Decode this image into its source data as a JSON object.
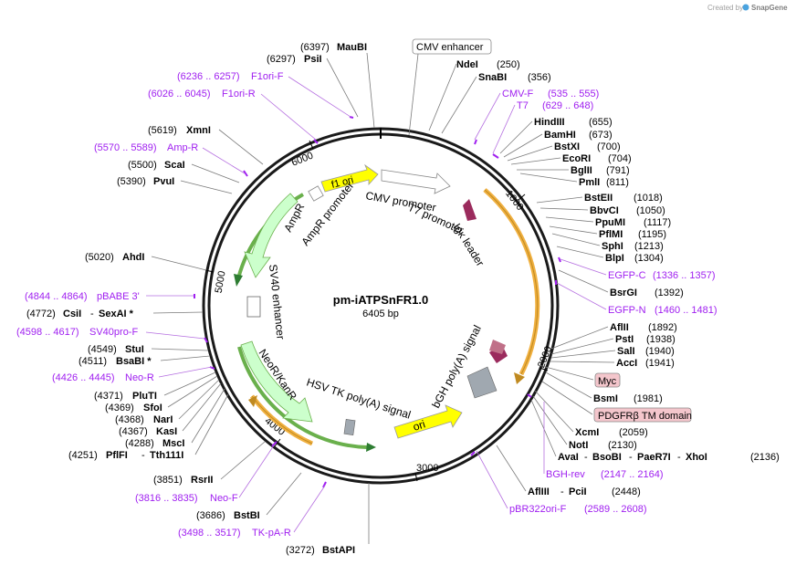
{
  "title": "pm-iATPSnFR1.0",
  "subtitle": "6405 bp",
  "created_by": "Created by",
  "brand": "SnapGene",
  "ticks": [
    "1000",
    "2000",
    "3000",
    "4000",
    "5000",
    "6000"
  ],
  "boxed_features": {
    "cmv_enhancer": "CMV enhancer",
    "myc": "Myc",
    "pdgfr": "PDGFRβ TM domain"
  },
  "features": {
    "f1_ori": "f1 ori",
    "cmv_promoter": "CMV promoter",
    "t7_promoter": "T7 promoter",
    "igk_leader": "Igκ leader",
    "ampr": "AmpR",
    "ampr_promoter": "AmpR promoter",
    "sv40_enhancer": "SV40 enhancer",
    "neor_kanr": "NeoR/KanR",
    "hsv_tk": "HSV TK poly(A) signal",
    "bgh": "bGH poly(A) signal",
    "ori": "ori"
  },
  "right_sites": [
    {
      "name": "NdeI",
      "pos": "(250)"
    },
    {
      "name": "SnaBI",
      "pos": "(356)"
    },
    {
      "name": "HindIII",
      "pos": "(655)"
    },
    {
      "name": "BamHI",
      "pos": "(673)"
    },
    {
      "name": "BstXI",
      "pos": "(700)"
    },
    {
      "name": "EcoRI",
      "pos": "(704)"
    },
    {
      "name": "BglII",
      "pos": "(791)"
    },
    {
      "name": "PmlI",
      "pos": "(811)"
    },
    {
      "name": "BstEII",
      "pos": "(1018)"
    },
    {
      "name": "BbvCI",
      "pos": "(1050)"
    },
    {
      "name": "PpuMI",
      "pos": "(1117)"
    },
    {
      "name": "PflMI",
      "pos": "(1195)"
    },
    {
      "name": "SphI",
      "pos": "(1213)"
    },
    {
      "name": "BlpI",
      "pos": "(1304)"
    },
    {
      "name": "BsrGI",
      "pos": "(1392)"
    },
    {
      "name": "AflII",
      "pos": "(1892)"
    },
    {
      "name": "PstI",
      "pos": "(1938)"
    },
    {
      "name": "SalI",
      "pos": "(1940)"
    },
    {
      "name": "AccI",
      "pos": "(1941)"
    },
    {
      "name": "BsmI",
      "pos": "(1981)"
    },
    {
      "name": "XcmI",
      "pos": "(2059)"
    },
    {
      "name": "NotI",
      "pos": "(2130)"
    },
    {
      "name": "AflIII",
      "pos": "(2448)"
    }
  ],
  "right_multi": {
    "ava": "AvaI",
    "bso": "BsoBI",
    "pae": "PaeR7I",
    "xho": "XhoI",
    "ava_pos": "(2136)",
    "pci": "PciI",
    "dash": "-"
  },
  "right_primers": [
    {
      "name": "CMV-F",
      "range": "(535 .. 555)"
    },
    {
      "name": "T7",
      "range": "(629 .. 648)"
    },
    {
      "name": "EGFP-C",
      "range": "(1336 .. 1357)"
    },
    {
      "name": "EGFP-N",
      "range": "(1460 .. 1481)"
    },
    {
      "name": "BGH-rev",
      "range": "(2147 .. 2164)"
    },
    {
      "name": "pBR322ori-F",
      "range": "(2589 .. 2608)"
    }
  ],
  "left_sites": [
    {
      "name": "MauBI",
      "pos": "(6397)"
    },
    {
      "name": "PsiI",
      "pos": "(6297)"
    },
    {
      "name": "XmnI",
      "pos": "(5619)"
    },
    {
      "name": "ScaI",
      "pos": "(5500)"
    },
    {
      "name": "PvuI",
      "pos": "(5390)"
    },
    {
      "name": "AhdI",
      "pos": "(5020)"
    },
    {
      "name": "SexAI *",
      "pos": "(4772)"
    },
    {
      "name": "StuI",
      "pos": "(4549)"
    },
    {
      "name": "BsaBI *",
      "pos": "(4511)"
    },
    {
      "name": "PluTI",
      "pos": "(4371)"
    },
    {
      "name": "SfoI",
      "pos": "(4369)"
    },
    {
      "name": "NarI",
      "pos": "(4368)"
    },
    {
      "name": "KasI",
      "pos": "(4367)"
    },
    {
      "name": "MscI",
      "pos": "(4288)"
    },
    {
      "name": "PflFI",
      "pos": "(4251)"
    },
    {
      "name": "RsrII",
      "pos": "(3851)"
    },
    {
      "name": "BstBI",
      "pos": "(3686)"
    },
    {
      "name": "BstAPI",
      "pos": "(3272)"
    }
  ],
  "left_multi": {
    "csi": "CsiI",
    "tth": "Tth111I",
    "dash": "-"
  },
  "left_primers": [
    {
      "name": "F1ori-F",
      "range": "(6236 .. 6257)"
    },
    {
      "name": "F1ori-R",
      "range": "(6026 .. 6045)"
    },
    {
      "name": "Amp-R",
      "range": "(5570 .. 5589)"
    },
    {
      "name": "pBABE 3'",
      "range": "(4844 .. 4864)"
    },
    {
      "name": "SV40pro-F",
      "range": "(4598 .. 4617)"
    },
    {
      "name": "Neo-R",
      "range": "(4426 .. 4445)"
    },
    {
      "name": "Neo-F",
      "range": "(3816 .. 3835)"
    },
    {
      "name": "TK-pA-R",
      "range": "(3498 .. 3517)"
    }
  ]
}
